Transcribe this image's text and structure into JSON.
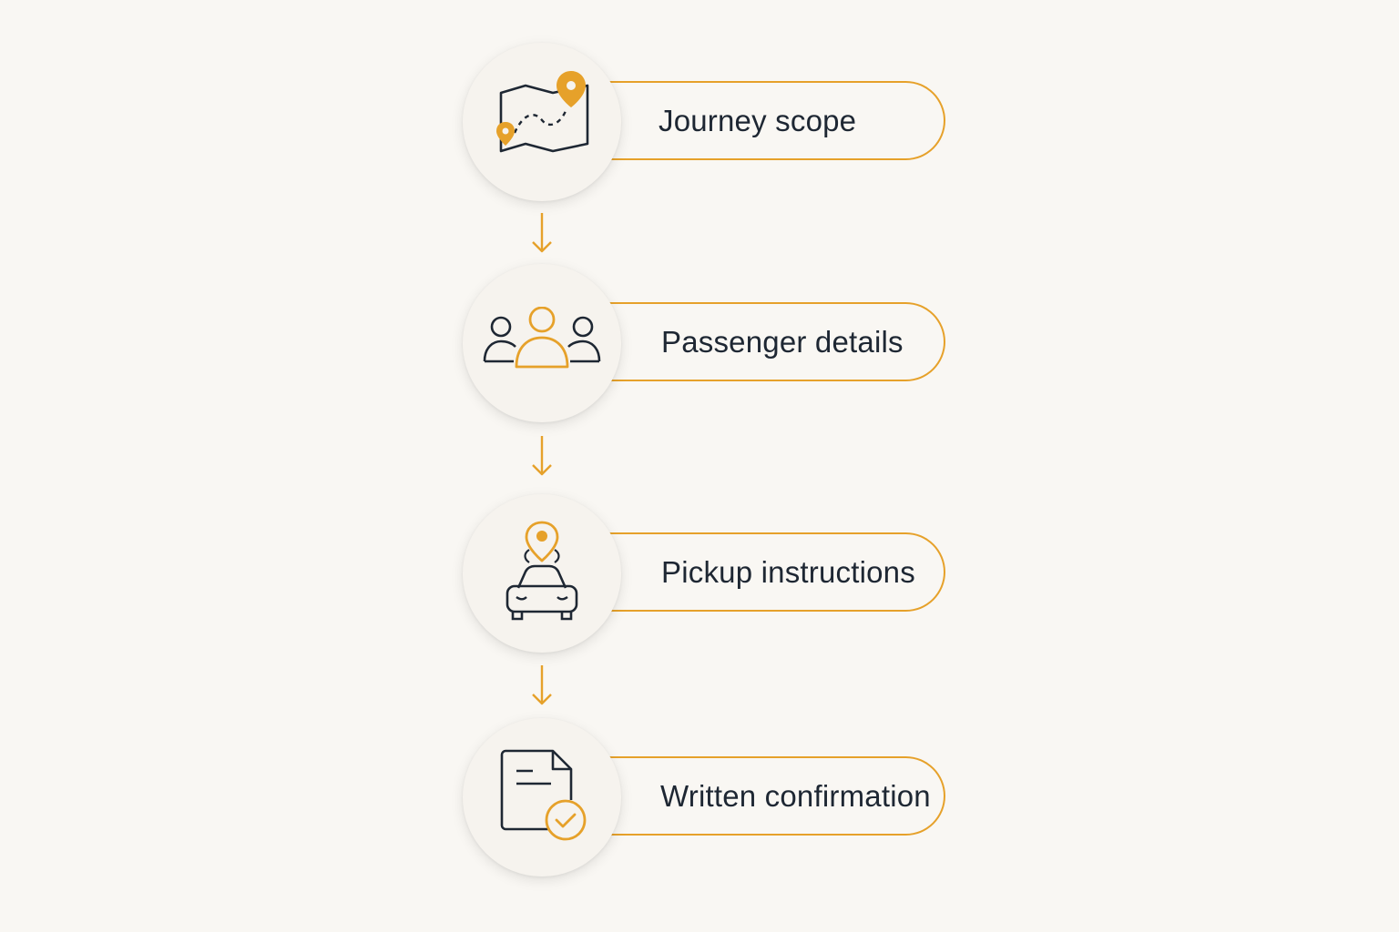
{
  "accent_color": "#e6a12a",
  "ink_color": "#1e2733",
  "background_color": "#f9f7f3",
  "steps": [
    {
      "label": "Journey scope",
      "icon": "map-route-icon"
    },
    {
      "label": "Passenger details",
      "icon": "passengers-group-icon"
    },
    {
      "label": "Pickup instructions",
      "icon": "car-pickup-pin-icon"
    },
    {
      "label": "Written confirmation",
      "icon": "document-check-icon"
    }
  ]
}
